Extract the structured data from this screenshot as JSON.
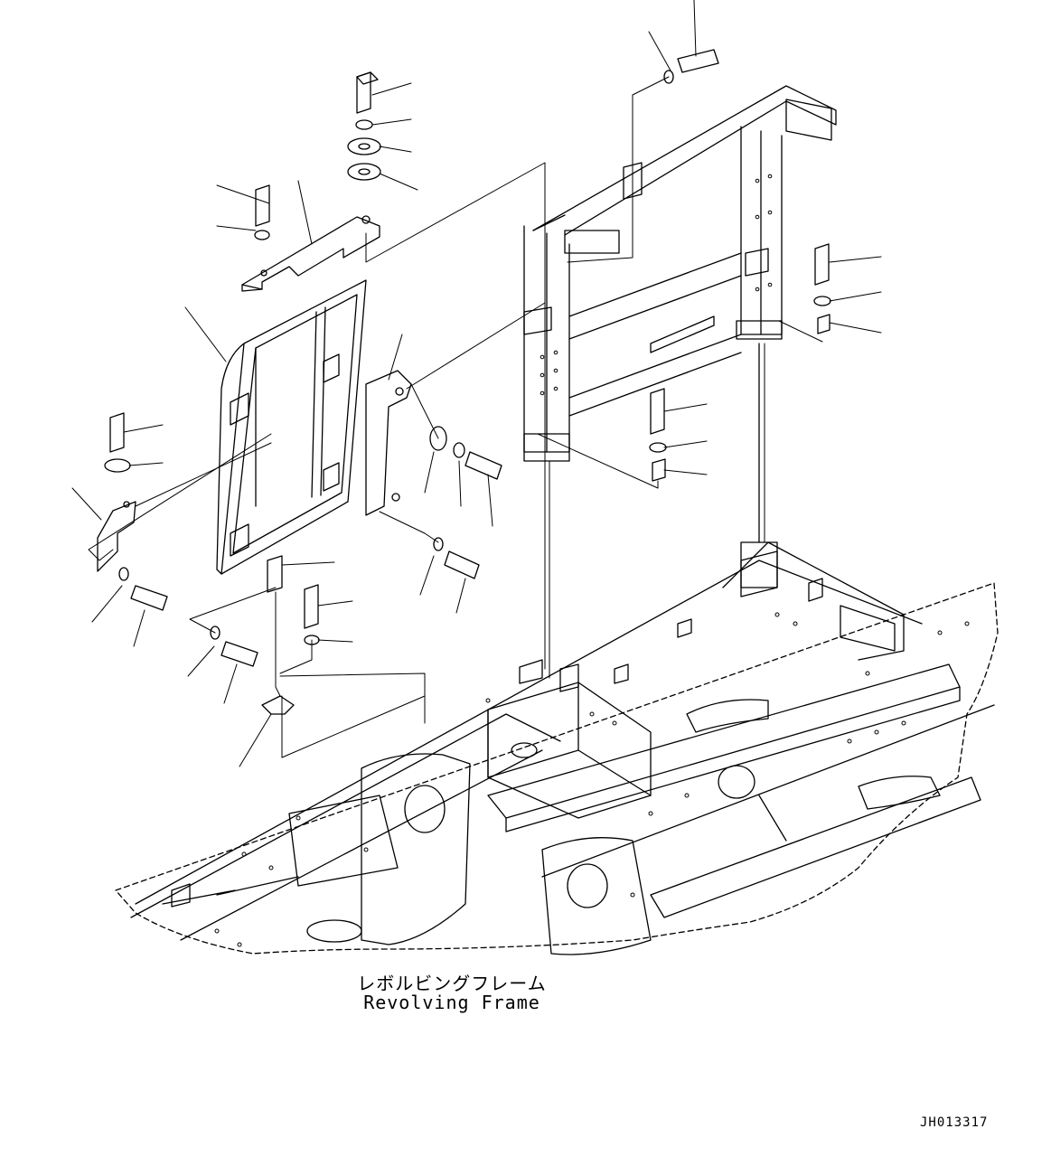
{
  "caption": {
    "japanese": "レボルビングフレーム",
    "english": "Revolving Frame"
  },
  "drawing_id": "JH013317"
}
